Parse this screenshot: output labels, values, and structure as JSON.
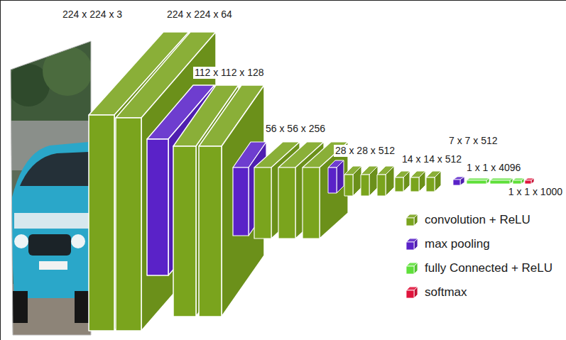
{
  "diagram": {
    "labels": [
      "224 x 224 x 3",
      "224 x 224 x 64",
      "112 x 112 x 128",
      "56 x 56 x 256",
      "28 x 28 x 512",
      "14 x 14 x 512",
      "7 x 7 x 512",
      "1 x 1 x 4096",
      "1 x 1 x 1000"
    ],
    "legend": [
      {
        "text": "convolution + ReLU",
        "color": "#7aa41d"
      },
      {
        "text": "max pooling",
        "color": "#5a22c8"
      },
      {
        "text": "fully Connected + ReLU",
        "color": "#5fe03a"
      },
      {
        "text": "softmax",
        "color": "#e0143c"
      }
    ]
  }
}
